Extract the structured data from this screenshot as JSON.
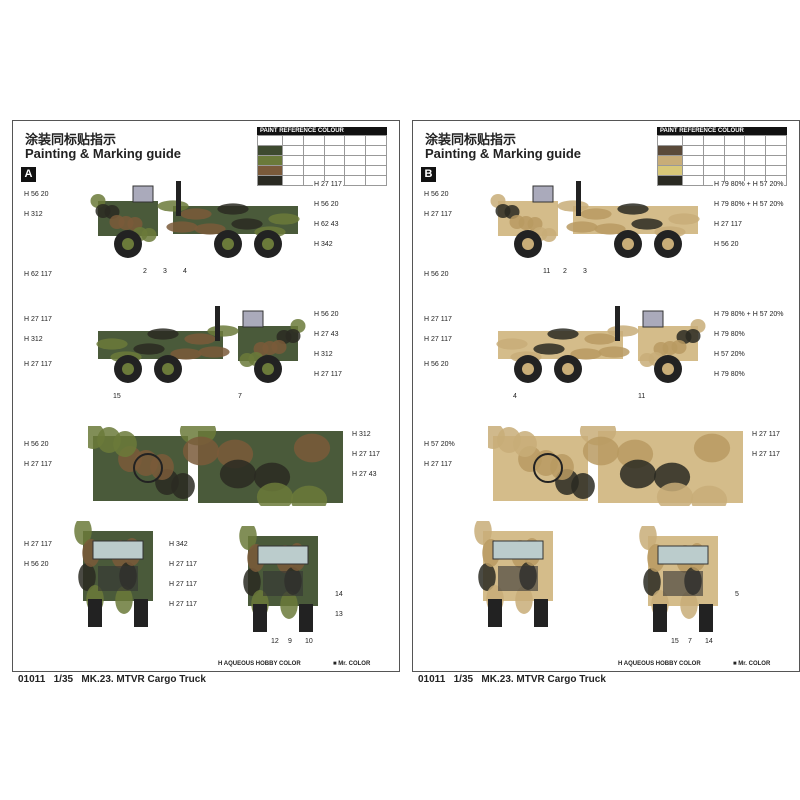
{
  "panels": [
    {
      "id": "A",
      "title_cn": "涂装同标贴指示",
      "title_en": "Painting & Marking guide",
      "scheme": "woodland",
      "colors": [
        "#4a5a3a",
        "#6b7a3a",
        "#7a5a3a",
        "#2a2a22"
      ],
      "callouts": [
        "H 56 20",
        "H 27 117",
        "H 312",
        "H 62 117",
        "H 56 20",
        "H 62 43",
        "H 27 117",
        "H 312",
        "H 56 20",
        "H 342",
        "H 27 117",
        "H 27 43",
        "H 312",
        "H 27 117",
        "H 56 20",
        "H 27 117",
        "H 312",
        "H 27 117",
        "H 27 43",
        "H 27 117",
        "H 56 20",
        "H 342",
        "H 27 117",
        "H 27 117",
        "H 27 117"
      ],
      "numbers": [
        "2",
        "3",
        "4",
        "15",
        "7",
        "12",
        "9",
        "10",
        "14",
        "13"
      ]
    },
    {
      "id": "B",
      "title_cn": "涂装同标贴指示",
      "title_en": "Painting & Marking guide",
      "scheme": "desert",
      "colors": [
        "#d4bc8a",
        "#c8ad78",
        "#b89a62",
        "#2a2a22"
      ],
      "callouts": [
        "H 56 20",
        "H 79 80% + H 57 20%",
        "H 27 117",
        "H 56 20",
        "H 79 80% + H 57 20%",
        "H 27 117",
        "H 27 117",
        "H 27 117",
        "H 79 80% + H 57 20%",
        "H 56 20",
        "H 56 20",
        "H 79 80%",
        "H 57 20%",
        "H 79 80%",
        "H 57 20%",
        "H 27 117",
        "H 27 117",
        "H 27 117"
      ],
      "numbers": [
        "11",
        "2",
        "3",
        "4",
        "11",
        "15",
        "7",
        "14",
        "5"
      ]
    }
  ],
  "paint_table": {
    "title": "PAINT REFERENCE COLOUR"
  },
  "legend": {
    "aqueous": "H AQUEOUS HOBBY COLOR",
    "mr": "■ Mr. COLOR"
  },
  "footer": {
    "code": "01011",
    "scale": "1/35",
    "name": "MK.23. MTVR Cargo Truck"
  }
}
